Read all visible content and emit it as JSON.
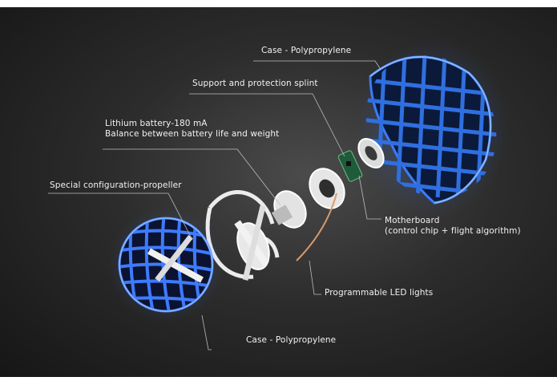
{
  "labels": {
    "case_top": "Case - Polypropylene",
    "splint": "Support and protection splint",
    "battery_line1": "Lithium battery-180 mA",
    "battery_line2": "Balance between battery life and weight",
    "propeller": "Special configuration-propeller",
    "motherboard_line1": "Motherboard",
    "motherboard_line2": "(control chip + flight algorithm)",
    "led": "Programmable LED lights",
    "case_bottom": "Case - Polypropylene"
  },
  "colors": {
    "background": "#2c2c2c",
    "shell_blue": "#2f6fe0",
    "shell_glow": "#7fb2ff",
    "parts_white": "#e9e9e9",
    "leader_line": "#bdbdbd",
    "text": "#f2f2f2"
  }
}
